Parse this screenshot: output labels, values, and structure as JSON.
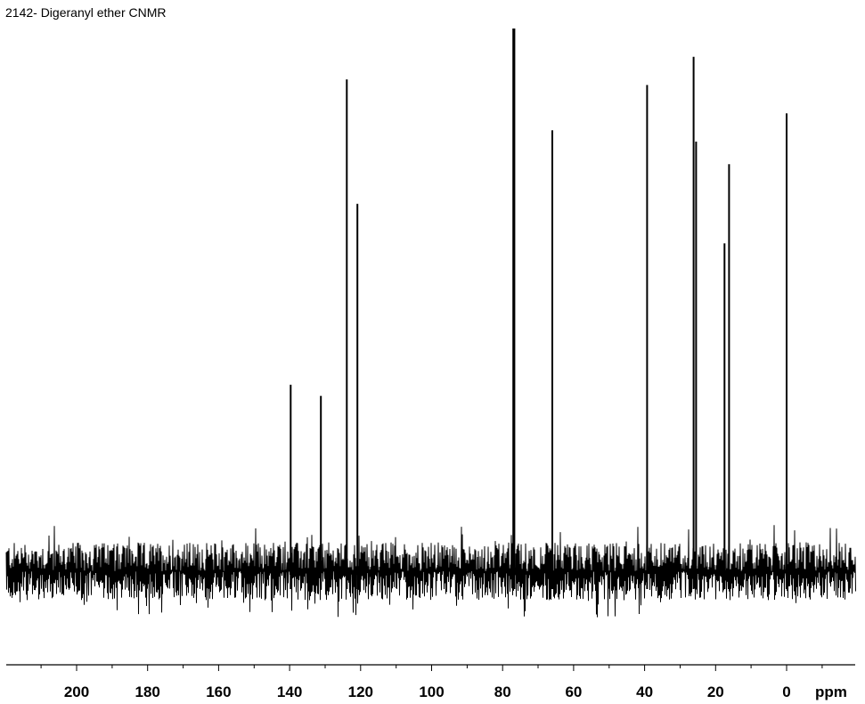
{
  "chart_data": {
    "type": "line",
    "title": "2142- Digeranyl ether CNMR",
    "xlabel": "ppm",
    "ylabel": "",
    "xlim": [
      220,
      -20
    ],
    "ylim": [
      -10,
      100
    ],
    "x_reversed": true,
    "x_ticks": [
      200,
      180,
      160,
      140,
      120,
      100,
      80,
      60,
      40,
      20,
      0
    ],
    "x_tick_labels": [
      "200",
      "180",
      "160",
      "140",
      "120",
      "100",
      "80",
      "60",
      "40",
      "20",
      "0"
    ],
    "grid": false,
    "legend": "none",
    "series": [
      {
        "peaks": [
          {
            "ppm": 139.7,
            "intensity": 33
          },
          {
            "ppm": 131.2,
            "intensity": 31
          },
          {
            "ppm": 123.9,
            "intensity": 87
          },
          {
            "ppm": 120.9,
            "intensity": 65
          },
          {
            "ppm": 77.0,
            "intensity": 96
          },
          {
            "ppm": 76.7,
            "intensity": 96
          },
          {
            "ppm": 66.0,
            "intensity": 78
          },
          {
            "ppm": 39.3,
            "intensity": 86
          },
          {
            "ppm": 26.2,
            "intensity": 91
          },
          {
            "ppm": 25.5,
            "intensity": 76
          },
          {
            "ppm": 17.5,
            "intensity": 58
          },
          {
            "ppm": 16.2,
            "intensity": 72
          },
          {
            "ppm": 0.0,
            "intensity": 81
          }
        ],
        "baseline_noise_amplitude": 5
      }
    ]
  },
  "colors": {
    "trace": "#000000",
    "background": "#ffffff"
  }
}
